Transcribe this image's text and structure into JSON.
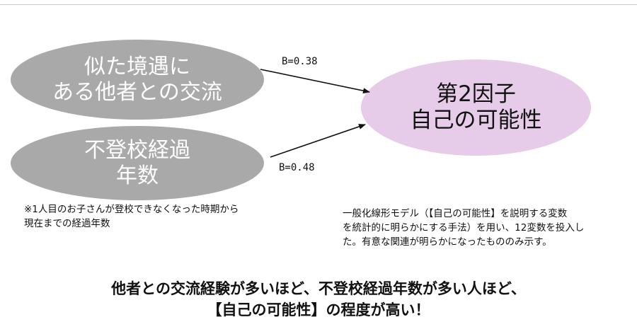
{
  "nodes": {
    "predictor_1": {
      "line1": "似た境遇に",
      "line2": "ある他者との交流"
    },
    "predictor_2": {
      "line1": "不登校経過",
      "line2": "年数"
    },
    "outcome": {
      "line1": "第2因子",
      "line2": "自己の可能性"
    }
  },
  "edges": {
    "edge_1": {
      "label": "B=0.38"
    },
    "edge_2": {
      "label": "B=0.48"
    }
  },
  "notes": {
    "years_note": {
      "line1": "※1人目のお子さんが登校できなくなった時期から",
      "line2": "現在までの経過年数"
    },
    "method_note": {
      "line1": "一般化線形モデル（【自己の可能性】を説明する変数",
      "line2": "を統計的に明らかにする手法）を用い、12変数を投入し",
      "line3": "た。有意な関連が明らかになったもののみ示す。"
    }
  },
  "conclusion": {
    "line1": "他者との交流経験が多いほど、不登校経過年数が多い人ほど、",
    "line2": "【自己の可能性】の程度が高い！"
  },
  "colors": {
    "predictor_fill": "#a9a9a9",
    "outcome_fill": "#e6cce8",
    "predictor_text": "#ffffff"
  }
}
